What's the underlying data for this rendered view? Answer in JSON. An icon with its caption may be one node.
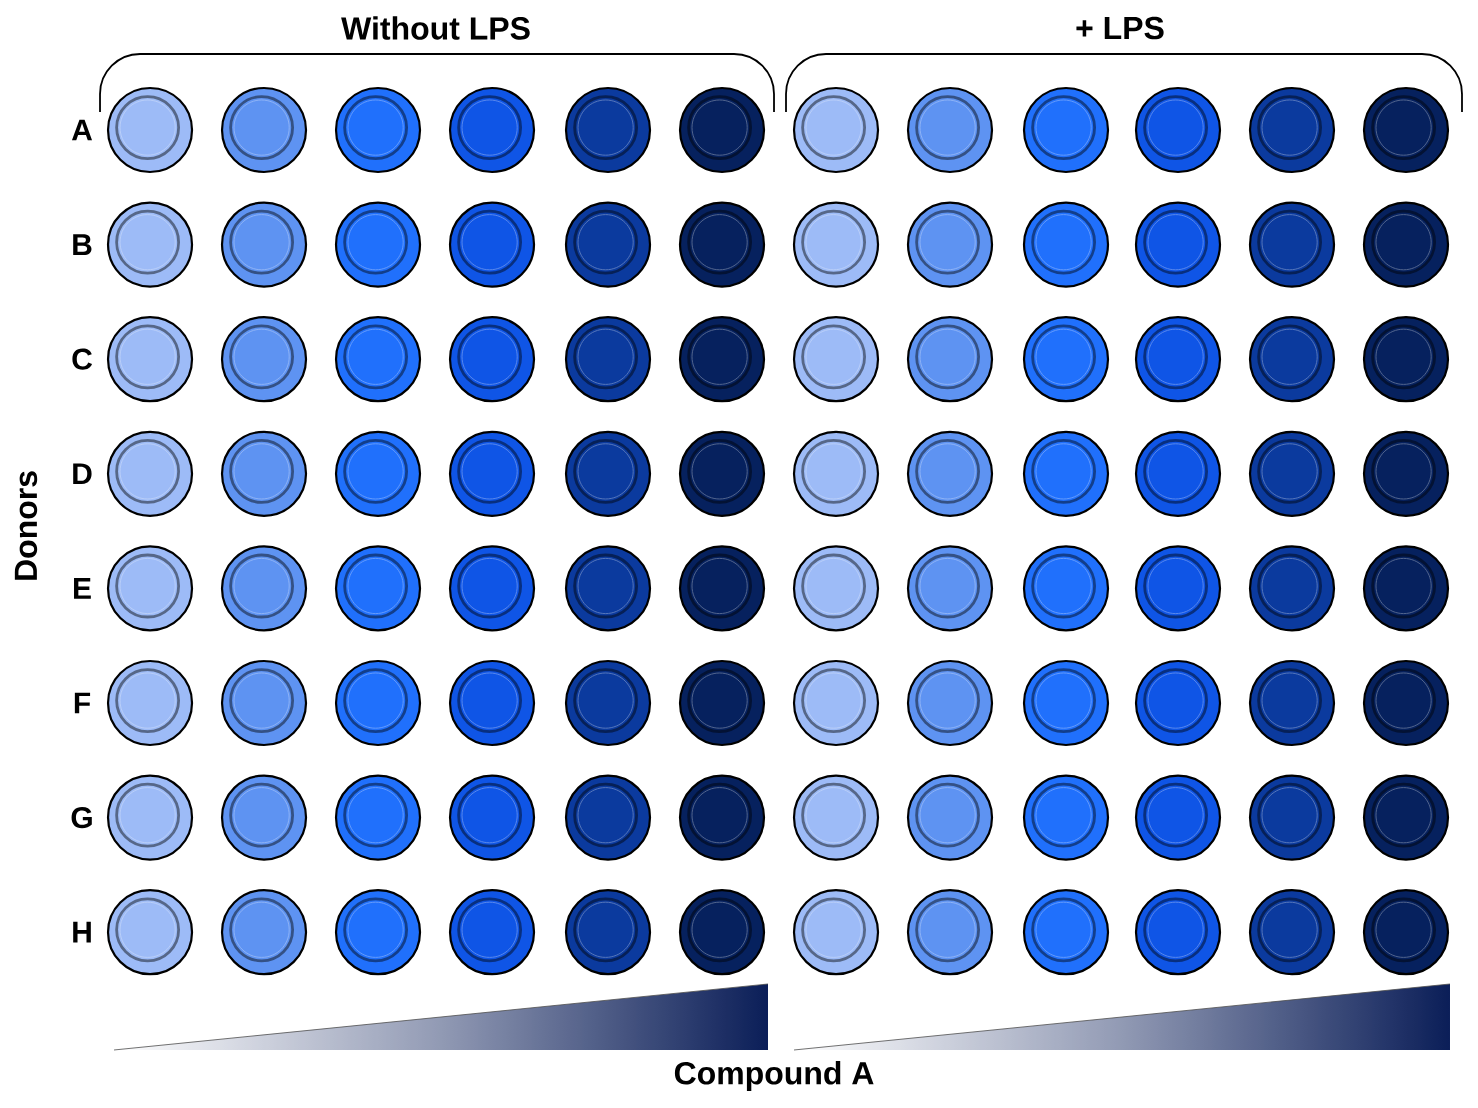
{
  "diagram": {
    "labels": [
      "Without LPS",
      "+ LPS",
      "A",
      "B",
      "C",
      "D",
      "E",
      "F",
      "G",
      "H",
      "Donors",
      "Compound A"
    ]
  }
}
